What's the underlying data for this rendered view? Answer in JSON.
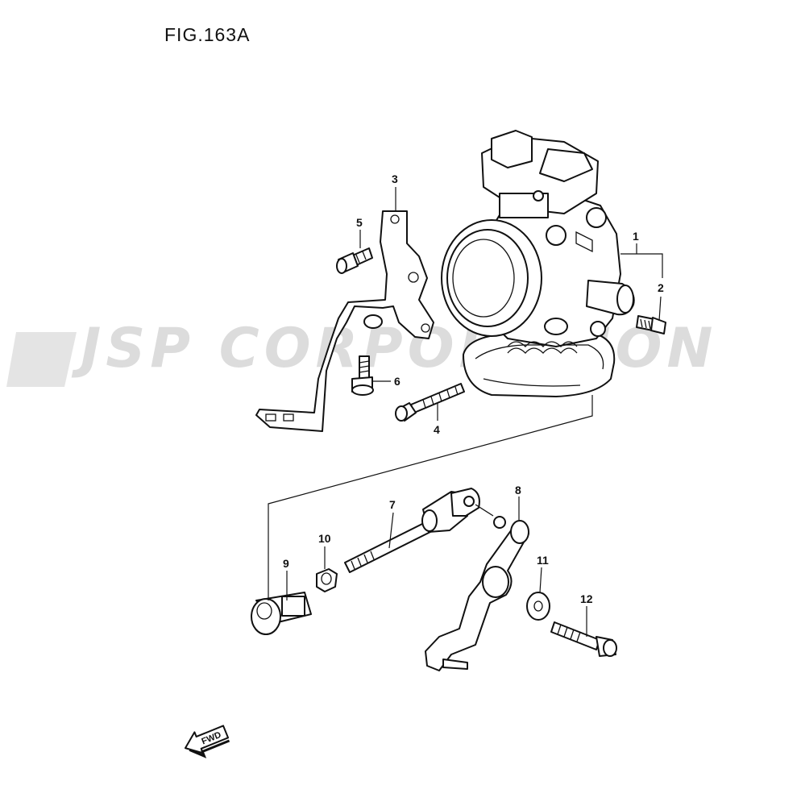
{
  "figure": {
    "title": "FIG.163A"
  },
  "watermark": {
    "text": "JSP CORPORATION"
  },
  "parts": [
    {
      "id": "part-1",
      "label": "1"
    },
    {
      "id": "part-2",
      "label": "2"
    },
    {
      "id": "part-3",
      "label": "3"
    },
    {
      "id": "part-4",
      "label": "4"
    },
    {
      "id": "part-5",
      "label": "5"
    },
    {
      "id": "part-6",
      "label": "6"
    },
    {
      "id": "part-7",
      "label": "7"
    },
    {
      "id": "part-8",
      "label": "8"
    },
    {
      "id": "part-9",
      "label": "9"
    },
    {
      "id": "part-10",
      "label": "10"
    },
    {
      "id": "part-11",
      "label": "11"
    },
    {
      "id": "part-12",
      "label": "12"
    }
  ],
  "direction_marker": {
    "label": "FWD",
    "icon": "fwd-arrow-icon"
  }
}
